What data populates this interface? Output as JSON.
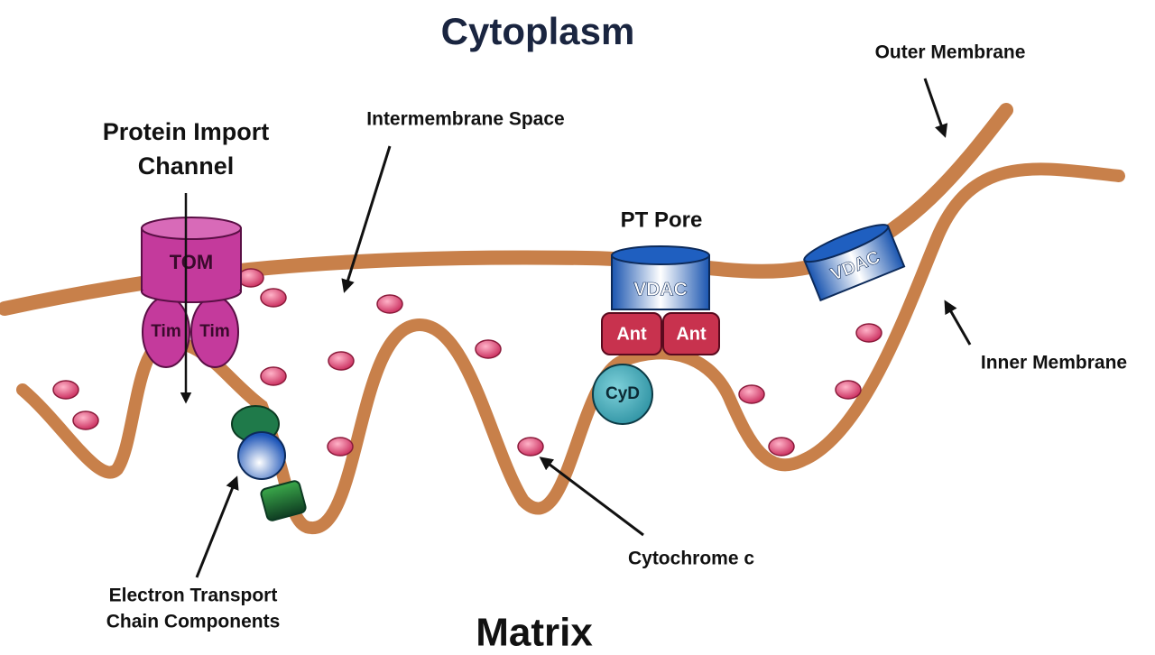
{
  "regions": {
    "cytoplasm": "Cytoplasm",
    "matrix": "Matrix",
    "intermembrane_space": "Intermembrane Space"
  },
  "membranes": {
    "outer": "Outer Membrane",
    "inner": "Inner Membrane"
  },
  "protein_import": {
    "title_line1": "Protein Import",
    "title_line2": "Channel",
    "tom": "TOM",
    "tim_left": "Tim",
    "tim_right": "Tim"
  },
  "pt_pore": {
    "title": "PT Pore",
    "vdac": "VDAC",
    "ant_left": "Ant",
    "ant_right": "Ant",
    "cyd": "CyD"
  },
  "vdac_single": "VDAC",
  "electron_transport": {
    "line1": "Electron Transport",
    "line2": "Chain Components"
  },
  "cytochrome_c": "Cytochrome c",
  "colors": {
    "membrane": "#c8804a",
    "tom": "#c43a9c",
    "tim": "#c43a9c",
    "vdac": "#1d5fbe",
    "ant": "#c8324e",
    "cyd": "#3fa7b5",
    "cytochrome": "#d23a6a",
    "etc_dark": "#1f7a4a",
    "title_text": "#1a2540"
  }
}
